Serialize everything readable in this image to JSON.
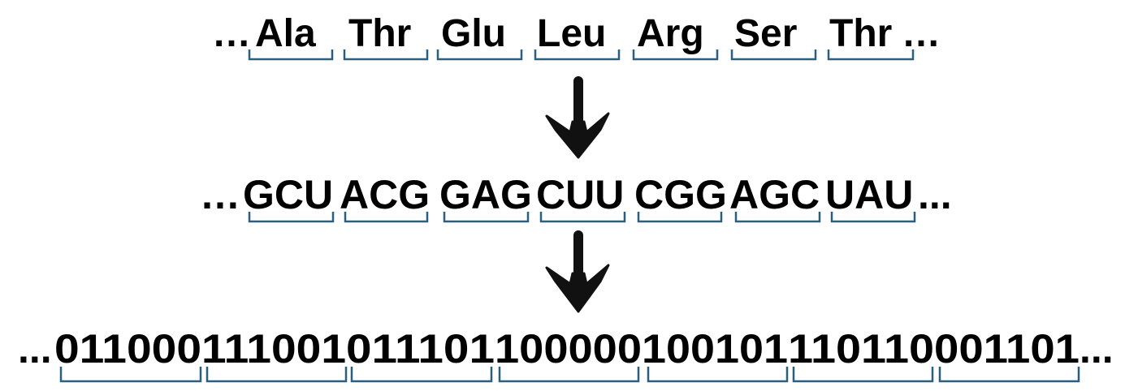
{
  "protein_row": {
    "lead": "…",
    "codons": [
      "Ala",
      "Thr",
      "Glu",
      "Leu",
      "Arg",
      "Ser",
      "Thr"
    ],
    "trail": "…"
  },
  "rna_row": {
    "lead": "…",
    "codons": [
      "GCU",
      "ACG",
      "GAG",
      "CUU",
      "CGG",
      "AGC",
      "UAU"
    ],
    "trail": "..."
  },
  "binary_row": {
    "lead": "...",
    "codons": [
      "011000",
      "111001",
      "011101",
      "100000",
      "100101",
      "110110",
      "001101"
    ],
    "trail": "..."
  },
  "colors": {
    "bracket": "#2a5f7f",
    "text": "#000000",
    "arrow": "#111111"
  }
}
